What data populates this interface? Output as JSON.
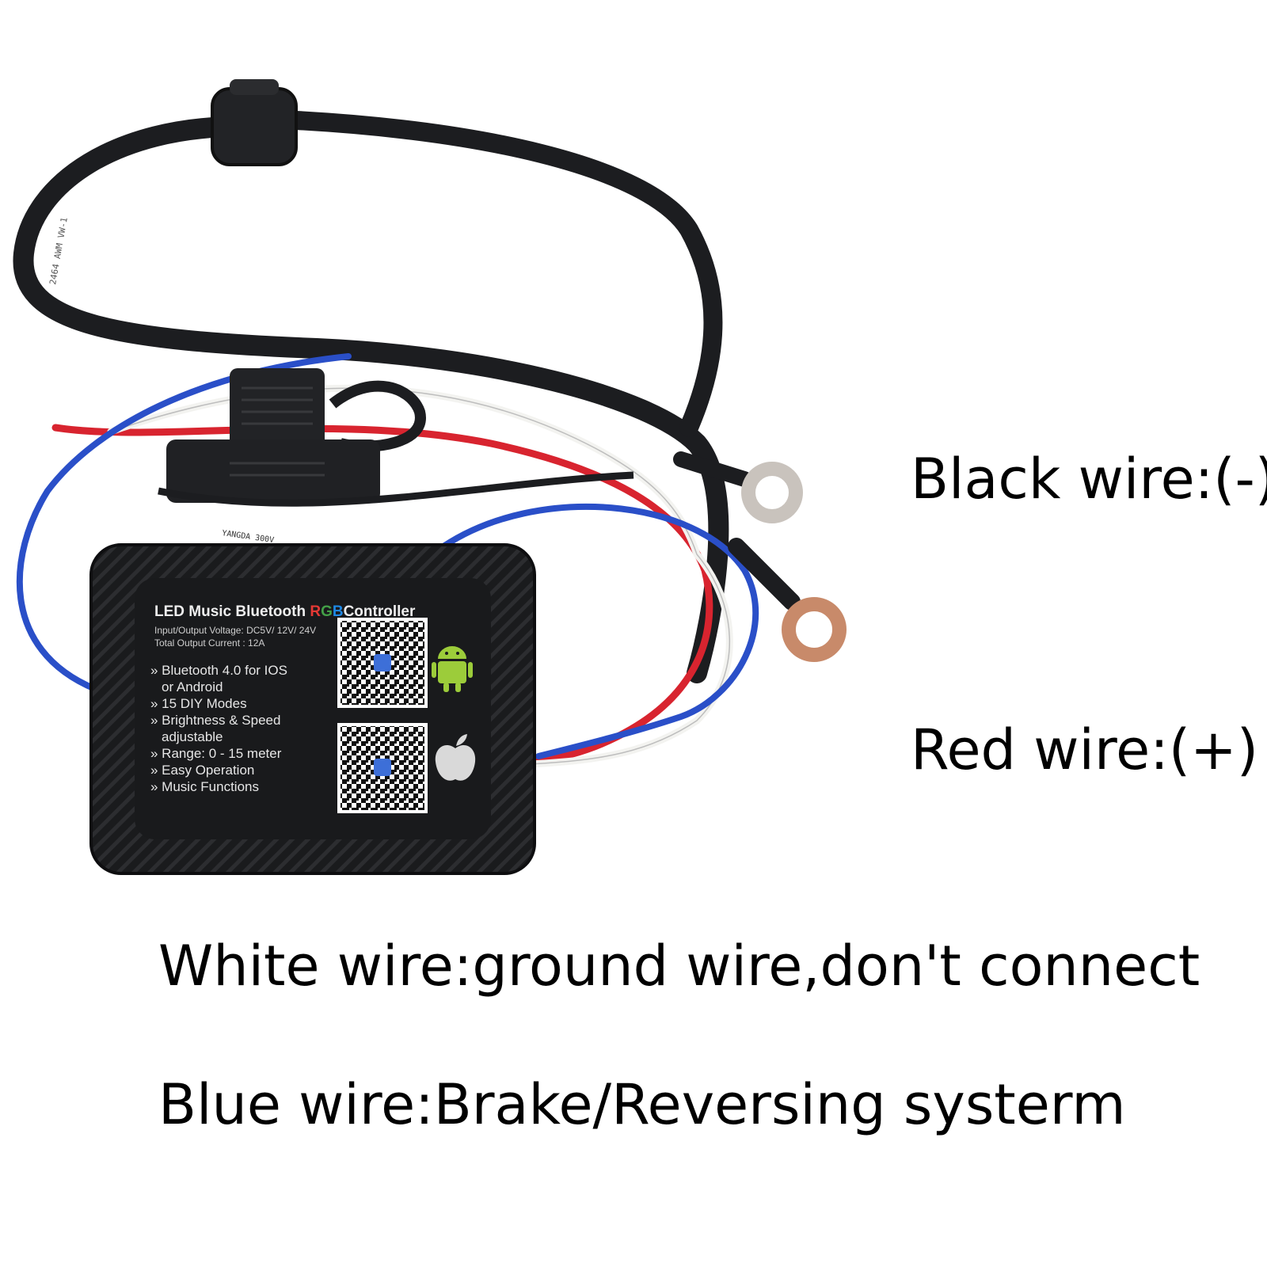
{
  "captions": {
    "black_wire": "Black wire:(-)",
    "red_wire": "Red wire:(+)",
    "white_wire": "White wire:ground wire,don't connect",
    "blue_wire": "Blue wire:Brake/Reversing systerm"
  },
  "controller": {
    "title_prefix": "LED Music Bluetooth ",
    "title_rgb": [
      "R",
      "G",
      "B"
    ],
    "title_suffix": "Controller",
    "spec_line_1": "Input/Output Voltage: DC5V/ 12V/ 24V",
    "spec_line_2": "Total Output Current : 12A",
    "features": [
      "Bluetooth 4.0 for IOS",
      "or Android",
      "15 DIY Modes",
      "Brightness & Speed",
      "adjustable",
      "Range: 0 - 15 meter",
      "Easy Operation",
      "Music Functions"
    ],
    "android_icon": "android-icon",
    "apple_icon": "apple-icon"
  },
  "wire_print": {
    "black_cable": "2464 AWM VW-1",
    "white_cable": "YANGDA 300V"
  },
  "colors": {
    "black_wire": "#1c1d20",
    "red_wire": "#d8242f",
    "white_wire": "#f3f3f0",
    "blue_wire": "#2a4fc8",
    "controller_body": "#191a1c",
    "ring_terminal": "#c9c3bd",
    "copper_terminal": "#c88a6a",
    "rgb_r": "#e53935",
    "rgb_g": "#43a047",
    "rgb_b": "#1e88e5"
  }
}
